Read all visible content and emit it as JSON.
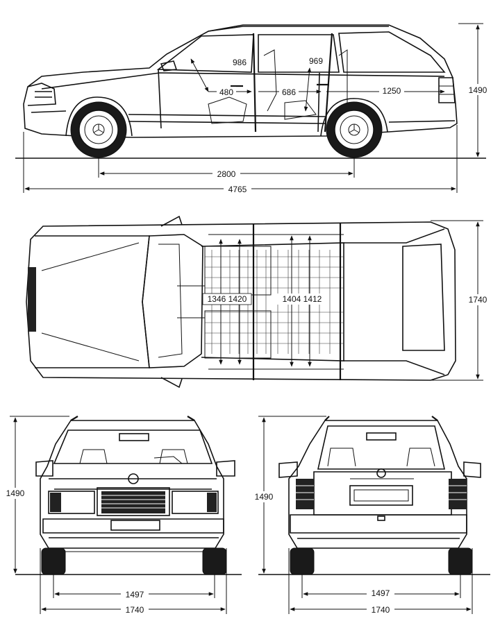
{
  "side_view": {
    "headroom_front": "986",
    "headroom_rear": "969",
    "legroom_front": "480",
    "legroom_rear": "686",
    "cargo_length": "1250",
    "height": "1490",
    "wheelbase": "2800",
    "length": "4765"
  },
  "top_view": {
    "width_front_interior": "1346 1420",
    "width_rear_interior": "1404 1412",
    "width": "1740"
  },
  "front_view": {
    "height": "1490",
    "track": "1497",
    "width": "1740"
  },
  "rear_view": {
    "height": "1490",
    "track": "1497",
    "width": "1740"
  }
}
